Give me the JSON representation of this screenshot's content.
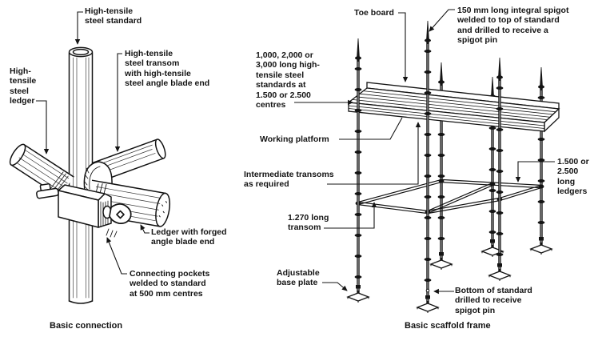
{
  "colors": {
    "ink": "#141414",
    "paper": "#ffffff"
  },
  "figure_left": {
    "caption": "Basic connection",
    "labels": {
      "standard": "High-tensile\nsteel standard",
      "transom": "High-tensile\nsteel transom\nwith high-tensile\nsteel angle blade end",
      "ledger": "High-\ntensile\nsteel\nledger",
      "ledger_blade": "Ledger with forged\nangle blade end",
      "pockets": "Connecting pockets\nwelded to standard\nat 500 mm centres"
    }
  },
  "figure_right": {
    "caption": "Basic scaffold frame",
    "labels": {
      "toe_board": "Toe board",
      "spigot": "150 mm long integral spigot\nwelded to top of standard\nand drilled to receive a\nspigot pin",
      "standards": "1,000, 2,000 or\n3,000 long high-\ntensile steel\nstandards at\n1.500 or 2.500\ncentres",
      "working_platform": "Working platform",
      "intermediate_transoms": "Intermediate transoms\nas required",
      "transom_1270": "1.270 long\ntransom",
      "base_plate": "Adjustable\nbase plate",
      "ledgers": "1.500 or\n2.500\nlong\nledgers",
      "bottom_standard": "Bottom of standard\ndrilled to receive\nspigot pin"
    }
  }
}
